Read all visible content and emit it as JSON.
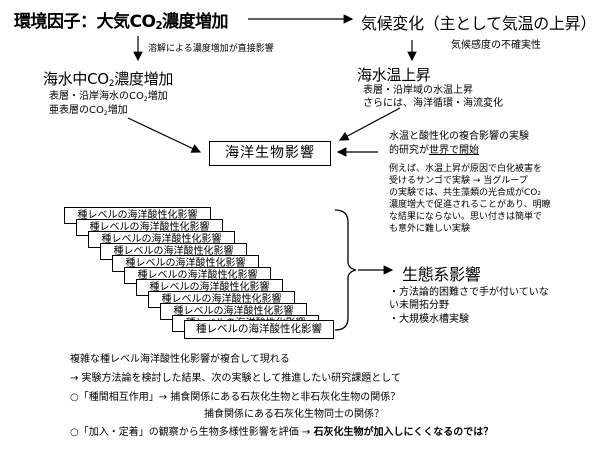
{
  "top_left": {
    "prefix": "環境因子：大気CO",
    "sub": "2",
    "suffix": "濃度増加"
  },
  "top_right": {
    "title": "気候変化（主として気温の上昇）",
    "note": "気候感度の不確実性"
  },
  "arrow_note_left": "溶解による濃度増加が直接影響",
  "left_mid": {
    "title_prefix": "海水中CO",
    "title_sub": "2",
    "title_suffix": "濃度増加",
    "line1_prefix": "表層・沿岸海水のCO",
    "line1_sub": "2",
    "line1_suffix": "増加",
    "line2_prefix": "亜表層のCO",
    "line2_sub": "2",
    "line2_suffix": "増加"
  },
  "right_mid": {
    "title": "海水温上昇",
    "line1": "表層・沿岸域の水温上昇",
    "line2": "さらには、海洋循環・海流変化"
  },
  "center_box": "海洋生物影響",
  "research_note": {
    "line1": "水温と酸性化の複合影響の実験",
    "line2_plain": "的研究が",
    "line2_underlined": "世界で開始"
  },
  "example_note": {
    "lines": [
      "例えば、水温上昇が原因で白化被害を",
      "受けるサンゴで実験 → 当グループ",
      "の実験では、共生藻類の光合成がCO₂",
      "濃度増大で促進されることがあり、明瞭",
      "な結果にならない。思い付きは簡単で",
      "も意外に難しい実験"
    ]
  },
  "stack_cards": [
    "種レベルの海洋酸性化影響",
    "種レベルの海洋酸性化影響",
    "種レベルの海洋酸性化影響",
    "種レベルの海洋酸性化影響",
    "種レベルの海洋酸性化影響",
    "種レベルの海洋酸性化影響",
    "種レベルの海洋酸性化影響",
    "種レベルの海洋酸性化影響",
    "種レベルの海洋酸性化影響",
    "種レベルの海洋酸性化影響",
    "種レベルの海洋酸性化影響"
  ],
  "ecosystem": {
    "title": "生態系影響",
    "line1": "・方法論的困難さで手が付いていな",
    "line2": "い未開拓分野",
    "line3": "・大規模水槽実験"
  },
  "bottom": {
    "line1": "複雑な種レベル海洋酸性化影響が複合して現れる",
    "line2": "→  実験方法論を検討した結果、次の実験として推進したい研究課題として",
    "line3": "○「種間相互作用」→ 捕食関係にある石灰化生物と非石灰化生物の関係？",
    "line4": "捕食関係にある石灰化生物同士の関係？",
    "line5_plain": "○「加入・定着」の観察から生物多様性影響を評価 → ",
    "line5_bold": "石灰化生物が加入しにくくなるのでは？"
  }
}
